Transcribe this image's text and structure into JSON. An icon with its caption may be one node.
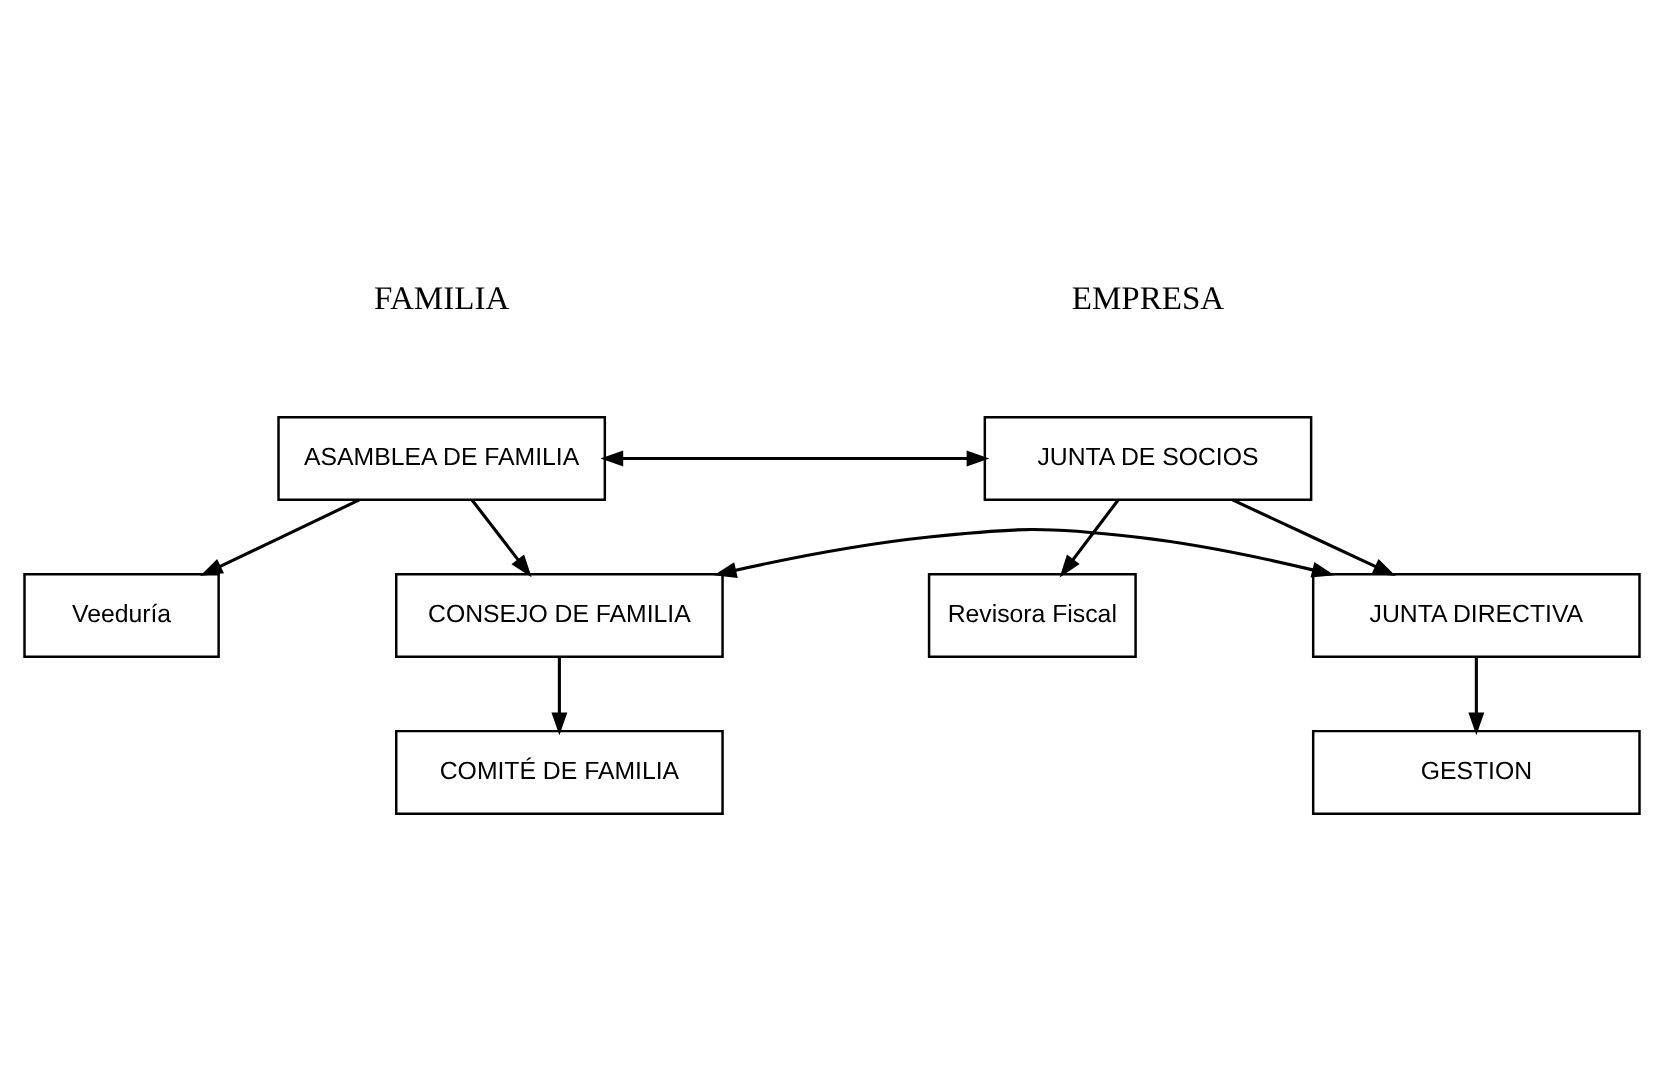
{
  "diagram": {
    "nodes": [
      {
        "text": [
          "ASAMBLEA DE FAMILIA"
        ]
      },
      {
        "text": [
          "JUNTA DE SOCIOS"
        ]
      },
      {
        "text": [
          "Veeduría"
        ]
      },
      {
        "text": [
          "Revisora Fiscal"
        ]
      },
      {
        "text": [
          "CONSEJO DE FAMILIA"
        ]
      },
      {
        "text": [
          "JUNTA DIRECTIVA"
        ]
      },
      {
        "text": [
          "COMITÉ DE FAMILIA"
        ]
      },
      {
        "text": [
          "GESTION"
        ]
      }
    ],
    "edges": [
      {
        "from": 0,
        "to": 1,
        "arrow": "both"
      },
      {
        "from": 0,
        "to": 2,
        "arrow": "to"
      },
      {
        "from": 0,
        "to": 4,
        "arrow": "to"
      },
      {
        "from": 1,
        "to": 3,
        "arrow": "to"
      },
      {
        "from": 1,
        "to": 5,
        "arrow": "to"
      },
      {
        "from": 4,
        "to": 5,
        "arrow": "both"
      },
      {
        "from": 4,
        "to": 6,
        "arrow": "to"
      },
      {
        "from": 5,
        "to": 7,
        "arrow": "to"
      }
    ],
    "labels": [
      "FAMILIA",
      "EMPRESA"
    ]
  }
}
